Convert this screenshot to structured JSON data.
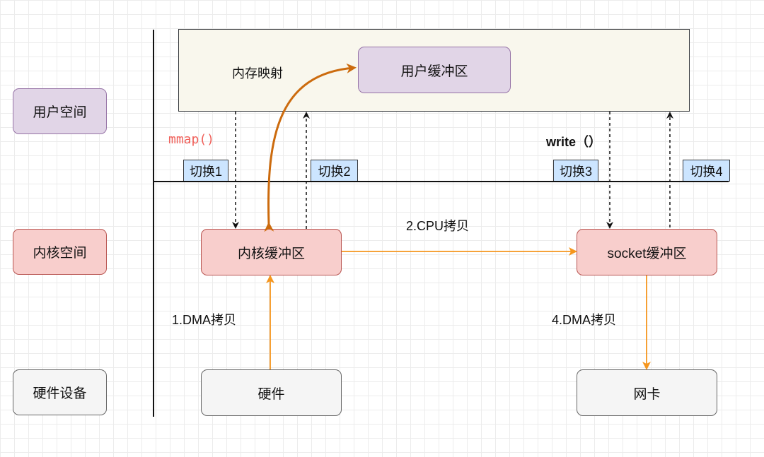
{
  "lanes": {
    "user_space": "用户空间",
    "kernel_space": "内核空间",
    "hardware_device": "硬件设备"
  },
  "user_container": {
    "mmap_label": "内存映射",
    "user_buffer": "用户缓冲区"
  },
  "kernel": {
    "kernel_buffer": "内核缓冲区",
    "socket_buffer": "socket缓冲区"
  },
  "hardware": {
    "hardware": "硬件",
    "nic": "网卡"
  },
  "calls": {
    "mmap": "mmap()",
    "write": "write（）"
  },
  "switches": [
    "切换1",
    "切换2",
    "切换3",
    "切换4"
  ],
  "copies": {
    "dma1": "1.DMA拷贝",
    "cpu2": "2.CPU拷贝",
    "dma4": "4.DMA拷贝"
  },
  "colors": {
    "user_fill": "#e1d5e7",
    "user_stroke": "#9673a6",
    "kernel_fill": "#f8cecc",
    "kernel_stroke": "#b85450",
    "hardware_fill": "#f5f5f5",
    "tag_fill": "#cce5ff",
    "container_fill": "#f9f7ed",
    "arrow_orange": "#f5961e",
    "arrow_mmap": "#cc6b0e",
    "code_red": "#f0605a"
  }
}
